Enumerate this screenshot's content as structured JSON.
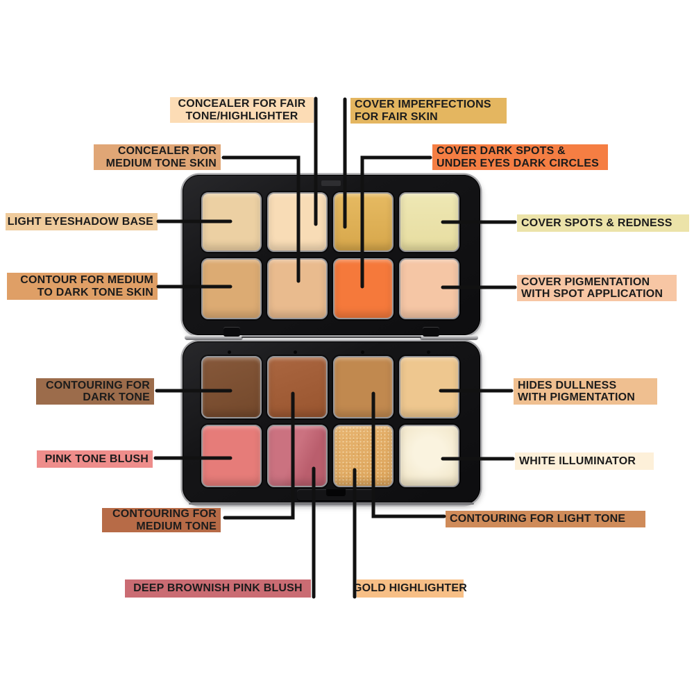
{
  "colors": {
    "background": "#ffffff",
    "connector_line": "#111111",
    "label_text": "#1c1c1c",
    "case_black": "#18181a",
    "case_rim": "#a6a6a9",
    "pan_rim": "#97979a"
  },
  "palette": {
    "name": "cream contour and concealer palette (16 pans, open case)",
    "lid_pans": [
      {
        "id": "lid-pan-1",
        "desc": "light eyeshadow base",
        "color": "#ecd0a3"
      },
      {
        "id": "lid-pan-2",
        "desc": "concealer for fair tone / highlighter",
        "color": "#f8dcb6"
      },
      {
        "id": "lid-pan-3",
        "desc": "cover imperfections for fair skin",
        "color": "#e2b45a"
      },
      {
        "id": "lid-pan-4",
        "desc": "cover spots and redness",
        "color": "#ebe3ab"
      },
      {
        "id": "lid-pan-5",
        "desc": "contour for medium to dark tone skin",
        "color": "#dcab73"
      },
      {
        "id": "lid-pan-6",
        "desc": "concealer for medium tone skin",
        "color": "#e9bb8e"
      },
      {
        "id": "lid-pan-7",
        "desc": "cover dark spots and under eyes dark circles",
        "color": "#f5793b"
      },
      {
        "id": "lid-pan-8",
        "desc": "cover pigmentation with spot application",
        "color": "#f5c6a5"
      }
    ],
    "base_pans": [
      {
        "id": "base-pan-1",
        "desc": "contouring for dark tone",
        "color": "#7f5335"
      },
      {
        "id": "base-pan-2",
        "desc": "contouring for medium tone",
        "color": "#a25d37"
      },
      {
        "id": "base-pan-3",
        "desc": "contouring for light tone",
        "color": "#c1894f"
      },
      {
        "id": "base-pan-4",
        "desc": "hides dullness with pigmentation",
        "color": "#eec78f"
      },
      {
        "id": "base-pan-5",
        "desc": "pink tone blush",
        "color": "#e67c79"
      },
      {
        "id": "base-pan-6",
        "desc": "deep brownish pink blush",
        "color": "#c66d79"
      },
      {
        "id": "base-pan-7",
        "desc": "gold highlighter",
        "color": "#e2ab64",
        "shimmer": true
      },
      {
        "id": "base-pan-8",
        "desc": "white illuminator",
        "color": "#f6edd5"
      }
    ]
  },
  "callouts": [
    {
      "id": "concealer-fair",
      "lines": [
        "CONCEALER FOR FAIR",
        "TONE/HIGHLIGHTER"
      ],
      "bg": "#fcdcb5",
      "align": "center",
      "target": "lid-pan-2"
    },
    {
      "id": "cover-imperfections",
      "lines": [
        "COVER IMPERFECTIONS",
        "FOR FAIR SKIN"
      ],
      "bg": "#e4b660",
      "align": "left",
      "target": "lid-pan-3"
    },
    {
      "id": "concealer-medium",
      "lines": [
        "CONCEALER FOR",
        "MEDIUM TONE SKIN"
      ],
      "bg": "#e0a676",
      "align": "right",
      "target": "lid-pan-6"
    },
    {
      "id": "cover-dark-spots",
      "lines": [
        "COVER DARK SPOTS &",
        "UNDER EYES DARK CIRCLES"
      ],
      "bg": "#f57e43",
      "align": "left",
      "target": "lid-pan-7"
    },
    {
      "id": "light-eyeshadow",
      "lines": [
        "LIGHT EYESHADOW BASE"
      ],
      "bg": "#efcb9c",
      "align": "right",
      "target": "lid-pan-1"
    },
    {
      "id": "cover-spots",
      "lines": [
        "COVER SPOTS & REDNESS"
      ],
      "bg": "#ece3a9",
      "align": "left",
      "target": "lid-pan-4"
    },
    {
      "id": "contour-medium-dark",
      "lines": [
        "CONTOUR FOR MEDIUM",
        "TO DARK TONE SKIN"
      ],
      "bg": "#df9f66",
      "align": "right",
      "target": "lid-pan-5"
    },
    {
      "id": "cover-pigmentation",
      "lines": [
        "COVER PIGMENTATION",
        "WITH SPOT APPLICATION"
      ],
      "bg": "#f7c6a4",
      "align": "left",
      "target": "lid-pan-8"
    },
    {
      "id": "contouring-dark",
      "lines": [
        "CONTOURING FOR",
        "DARK TONE"
      ],
      "bg": "#9c6c4b",
      "align": "right",
      "target": "base-pan-1"
    },
    {
      "id": "hides-dullness",
      "lines": [
        "HIDES DULLNESS",
        "WITH PIGMENTATION"
      ],
      "bg": "#efbf90",
      "align": "left",
      "target": "base-pan-4"
    },
    {
      "id": "pink-blush",
      "lines": [
        "PINK TONE BLUSH"
      ],
      "bg": "#ee8d8b",
      "align": "right",
      "target": "base-pan-5"
    },
    {
      "id": "white-illuminator",
      "lines": [
        "WHITE ILLUMINATOR"
      ],
      "bg": "#fdf0d9",
      "align": "left",
      "target": "base-pan-8"
    },
    {
      "id": "contouring-medium",
      "lines": [
        "CONTOURING FOR",
        "MEDIUM TONE"
      ],
      "bg": "#b76b47",
      "align": "right",
      "target": "base-pan-2"
    },
    {
      "id": "contouring-light",
      "lines": [
        "CONTOURING FOR LIGHT TONE"
      ],
      "bg": "#cf8b59",
      "align": "left",
      "target": "base-pan-3"
    },
    {
      "id": "deep-brownish-pink",
      "lines": [
        "DEEP BROWNISH PINK BLUSH"
      ],
      "bg": "#ca6c73",
      "align": "center",
      "target": "base-pan-6"
    },
    {
      "id": "gold-highlighter",
      "lines": [
        "GOLD HIGHLIGHTER"
      ],
      "bg": "#f7bf86",
      "align": "center",
      "target": "base-pan-7"
    }
  ]
}
